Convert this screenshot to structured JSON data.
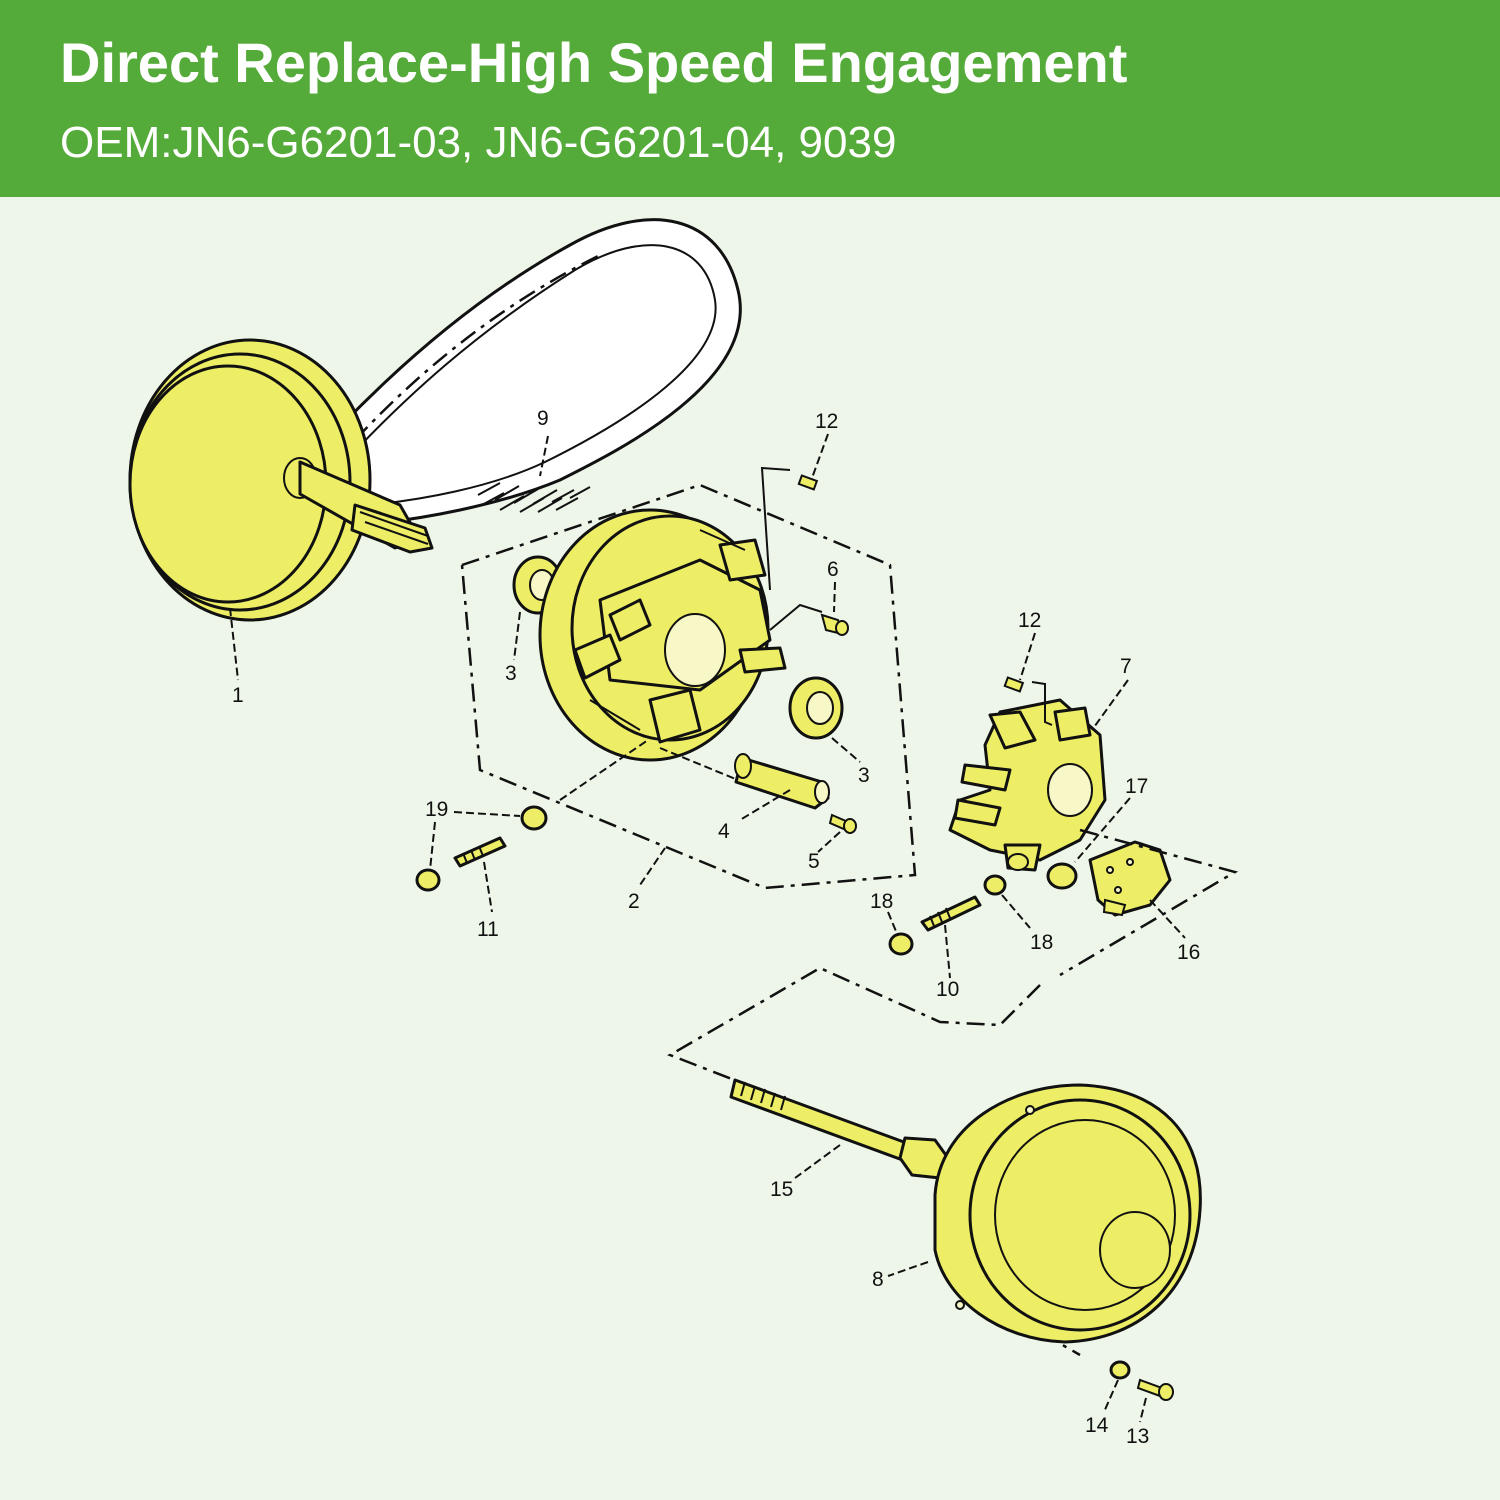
{
  "header": {
    "title": "Direct Replace-High Speed Engagement",
    "subtitle": "OEM:JN6-G6201-03, JN6-G6201-04, 9039"
  },
  "colors": {
    "header_bg": "#55ab3a",
    "page_bg": "#eef6e9",
    "part_fill": "#eeee66",
    "outline": "#111111"
  },
  "callouts": {
    "c1": "1",
    "c2": "2",
    "c3a": "3",
    "c3b": "3",
    "c4": "4",
    "c5": "5",
    "c6": "6",
    "c7": "7",
    "c8": "8",
    "c9": "9",
    "c10": "10",
    "c11": "11",
    "c12a": "12",
    "c12b": "12",
    "c13": "13",
    "c14": "14",
    "c15": "15",
    "c16": "16",
    "c17": "17",
    "c18a": "18",
    "c18b": "18",
    "c19": "19"
  }
}
